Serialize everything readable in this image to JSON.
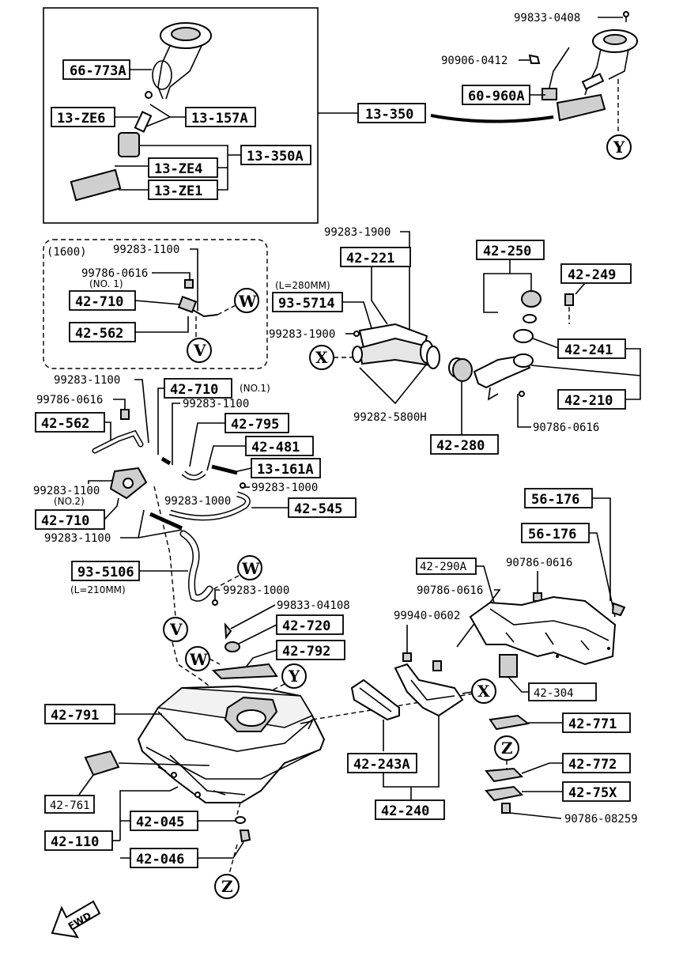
{
  "labels": {
    "l_66_773a": "66-773A",
    "l_13_ze6": "13-ZE6",
    "l_13_157a": "13-157A",
    "l_13_350a": "13-350A",
    "l_13_ze4": "13-ZE4",
    "l_13_ze1": "13-ZE1",
    "l_13_350": "13-350",
    "l_99833_0408": "99833-0408",
    "l_90906_0412": "90906-0412",
    "l_60_960a": "60-960A",
    "l_1600": "(1600)",
    "l_99283_1100_a": "99283-1100",
    "l_99786_0616_a": "99786-0616",
    "l_no1_a": "(NO. 1)",
    "l_42_710_a": "42-710",
    "l_42_562_a": "42-562",
    "l_99283_1900_a": "99283-1900",
    "l_42_221": "42-221",
    "l_l280": "(L=280MM)",
    "l_93_5714": "93-5714",
    "l_99283_1900_b": "99283-1900",
    "l_99282_5800h": "99282-5800H",
    "l_42_280": "42-280",
    "l_42_250": "42-250",
    "l_42_249": "42-249",
    "l_42_241": "42-241",
    "l_42_210": "42-210",
    "l_90786_0616_a": "90786-0616",
    "l_99283_1100_b": "99283-1100",
    "l_42_710_b": "42-710",
    "l_no1_b": "(NO.1)",
    "l_99786_0616_b": "99786-0616",
    "l_99283_1100_c": "99283-1100",
    "l_42_562_b": "42-562",
    "l_42_795": "42-795",
    "l_42_481": "42-481",
    "l_13_161a": "13-161A",
    "l_99283_1000_a": "99283-1000",
    "l_99283_1100_d": "99283-1100",
    "l_no2": "(NO.2)",
    "l_99283_1000_b": "99283-1000",
    "l_42_545": "42-545",
    "l_42_710_c": "42-710",
    "l_99283_1100_e": "99283-1100",
    "l_93_5106": "93-5106",
    "l_l210": "(L=210MM)",
    "l_99283_1000_c": "99283-1000",
    "l_99833_04108": "99833-04108",
    "l_42_720": "42-720",
    "l_42_792": "42-792",
    "l_42_791": "42-791",
    "l_42_761": "42-761",
    "l_42_110": "42-110",
    "l_42_045": "42-045",
    "l_42_046": "42-046",
    "l_56_176_a": "56-176",
    "l_56_176_b": "56-176",
    "l_42_290a": "42-290A",
    "l_90786_0616_b": "90786-0616",
    "l_90786_0616_c": "90786-0616",
    "l_99940_0602": "99940-0602",
    "l_42_304": "42-304",
    "l_42_243a": "42-243A",
    "l_42_240": "42-240",
    "l_42_771": "42-771",
    "l_42_772": "42-772",
    "l_42_75x": "42-75X",
    "l_90786_08259": "90786-08259",
    "fwd": "FWD"
  },
  "refs": {
    "v": "V",
    "w": "W",
    "x": "X",
    "y": "Y",
    "z": "Z"
  }
}
